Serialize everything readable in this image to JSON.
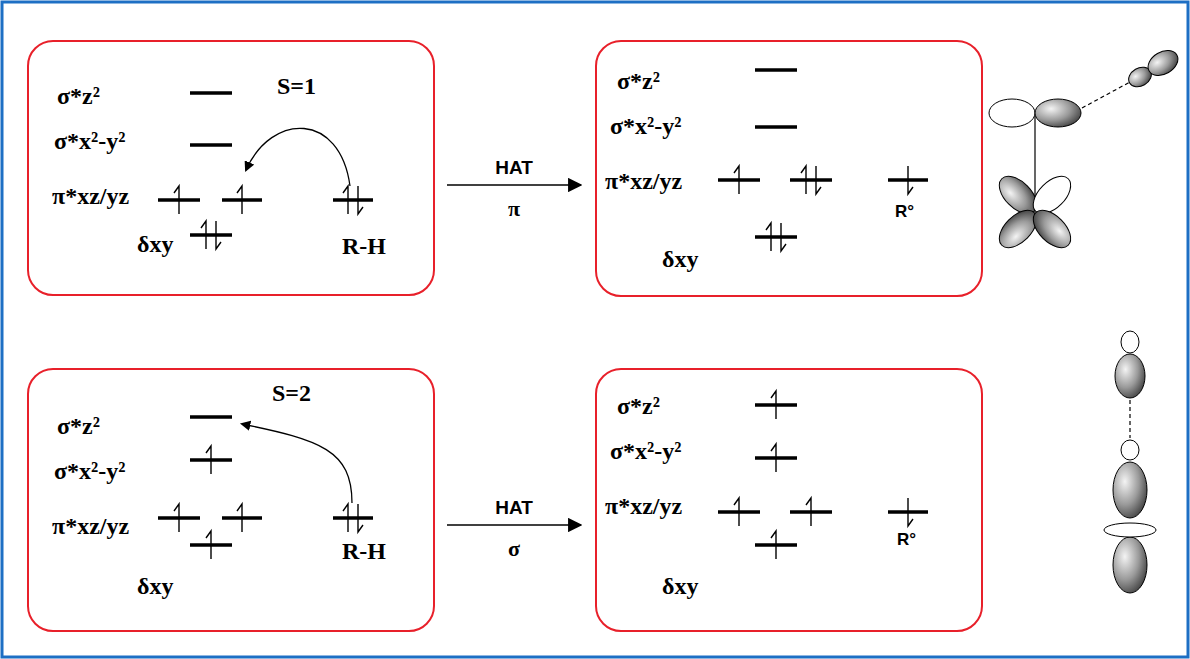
{
  "diagram": {
    "nodes": [
      {
        "text": [
          "σ*z²",
          "S=1",
          "σ*x²-y²",
          "π*xz/yz",
          "R-H",
          "δxy"
        ]
      },
      {
        "text": [
          "σ*z²",
          "σ*x²-y²",
          "π*xz/yz",
          "R°",
          "δxy"
        ]
      },
      {
        "text": [
          "σ*z²",
          "S=2",
          "σ*x²-y²",
          "π*xz/yz",
          "R-H",
          "δxy"
        ]
      },
      {
        "text": [
          "σ*z²",
          "σ*x²-y²",
          "π*xz/yz",
          "R°",
          "δxy"
        ]
      }
    ],
    "edges": [
      {
        "from": 0,
        "to": 1,
        "arrow": "to",
        "label": "HAT"
      },
      {
        "from": 2,
        "to": 3,
        "arrow": "to",
        "label": "HAT"
      }
    ],
    "labels": [
      "π",
      "σ"
    ]
  }
}
